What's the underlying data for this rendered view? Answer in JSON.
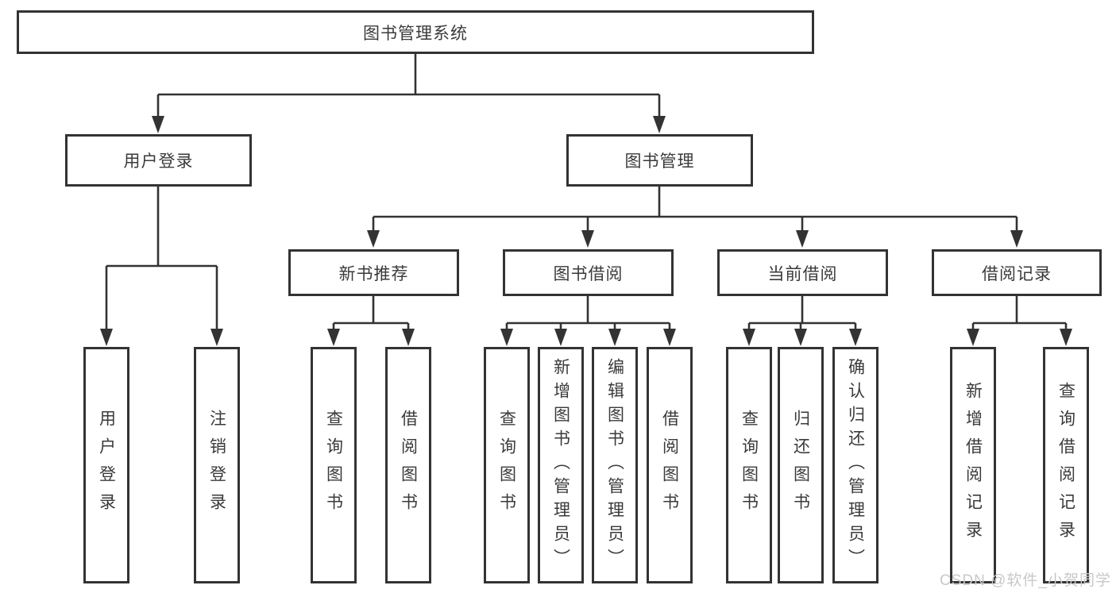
{
  "diagram": {
    "root": {
      "label": "图书管理系统"
    },
    "branches": [
      {
        "label": "用户登录",
        "children": [
          {
            "label": "用户登录"
          },
          {
            "label": "注销登录"
          }
        ]
      },
      {
        "label": "图书管理",
        "children": [
          {
            "label": "新书推荐",
            "children": [
              {
                "label": "查询图书"
              },
              {
                "label": "借阅图书"
              }
            ]
          },
          {
            "label": "图书借阅",
            "children": [
              {
                "label": "查询图书"
              },
              {
                "label": "新增图书（管理员）"
              },
              {
                "label": "编辑图书（管理员）"
              },
              {
                "label": "借阅图书"
              }
            ]
          },
          {
            "label": "当前借阅",
            "children": [
              {
                "label": "查询图书"
              },
              {
                "label": "归还图书"
              },
              {
                "label": "确认归还（管理员）"
              }
            ]
          },
          {
            "label": "借阅记录",
            "children": [
              {
                "label": "新增借阅记录"
              },
              {
                "label": "查询借阅记录"
              }
            ]
          }
        ]
      }
    ]
  },
  "watermark": {
    "text": "CSDN @软件_小贺同学"
  },
  "colors": {
    "line": "#333333",
    "text": "#3a3a3a",
    "watermark": "#c8c8c8",
    "background": "#ffffff"
  }
}
